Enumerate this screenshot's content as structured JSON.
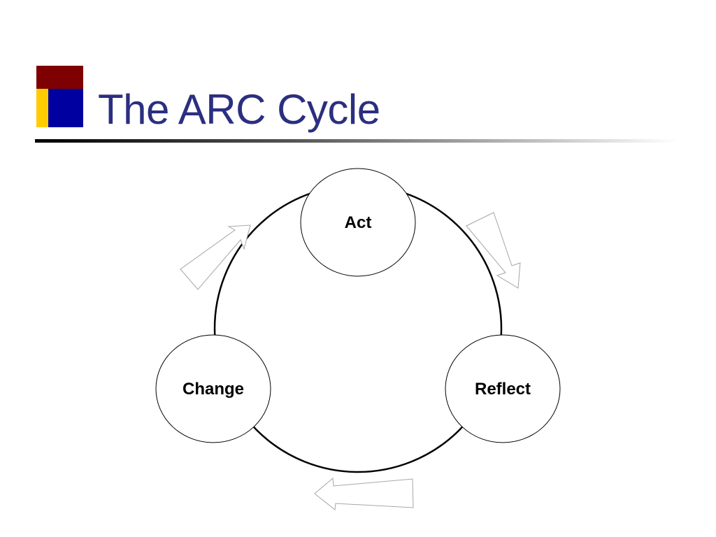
{
  "slide": {
    "title": "The ARC Cycle",
    "colors": {
      "title_text": "#2b2f7f",
      "logo_red": "#7f0000",
      "logo_yellow": "#ffcc00",
      "logo_blue": "#0000a0",
      "rule_dark": "#000000"
    }
  },
  "diagram": {
    "nodes": [
      {
        "id": "act",
        "label": "Act"
      },
      {
        "id": "reflect",
        "label": "Reflect"
      },
      {
        "id": "change",
        "label": "Change"
      }
    ],
    "arrows": [
      {
        "from": "act",
        "to": "reflect",
        "icon": "outline-arrow"
      },
      {
        "from": "reflect",
        "to": "change",
        "icon": "outline-arrow"
      },
      {
        "from": "change",
        "to": "act",
        "icon": "outline-arrow"
      }
    ]
  }
}
